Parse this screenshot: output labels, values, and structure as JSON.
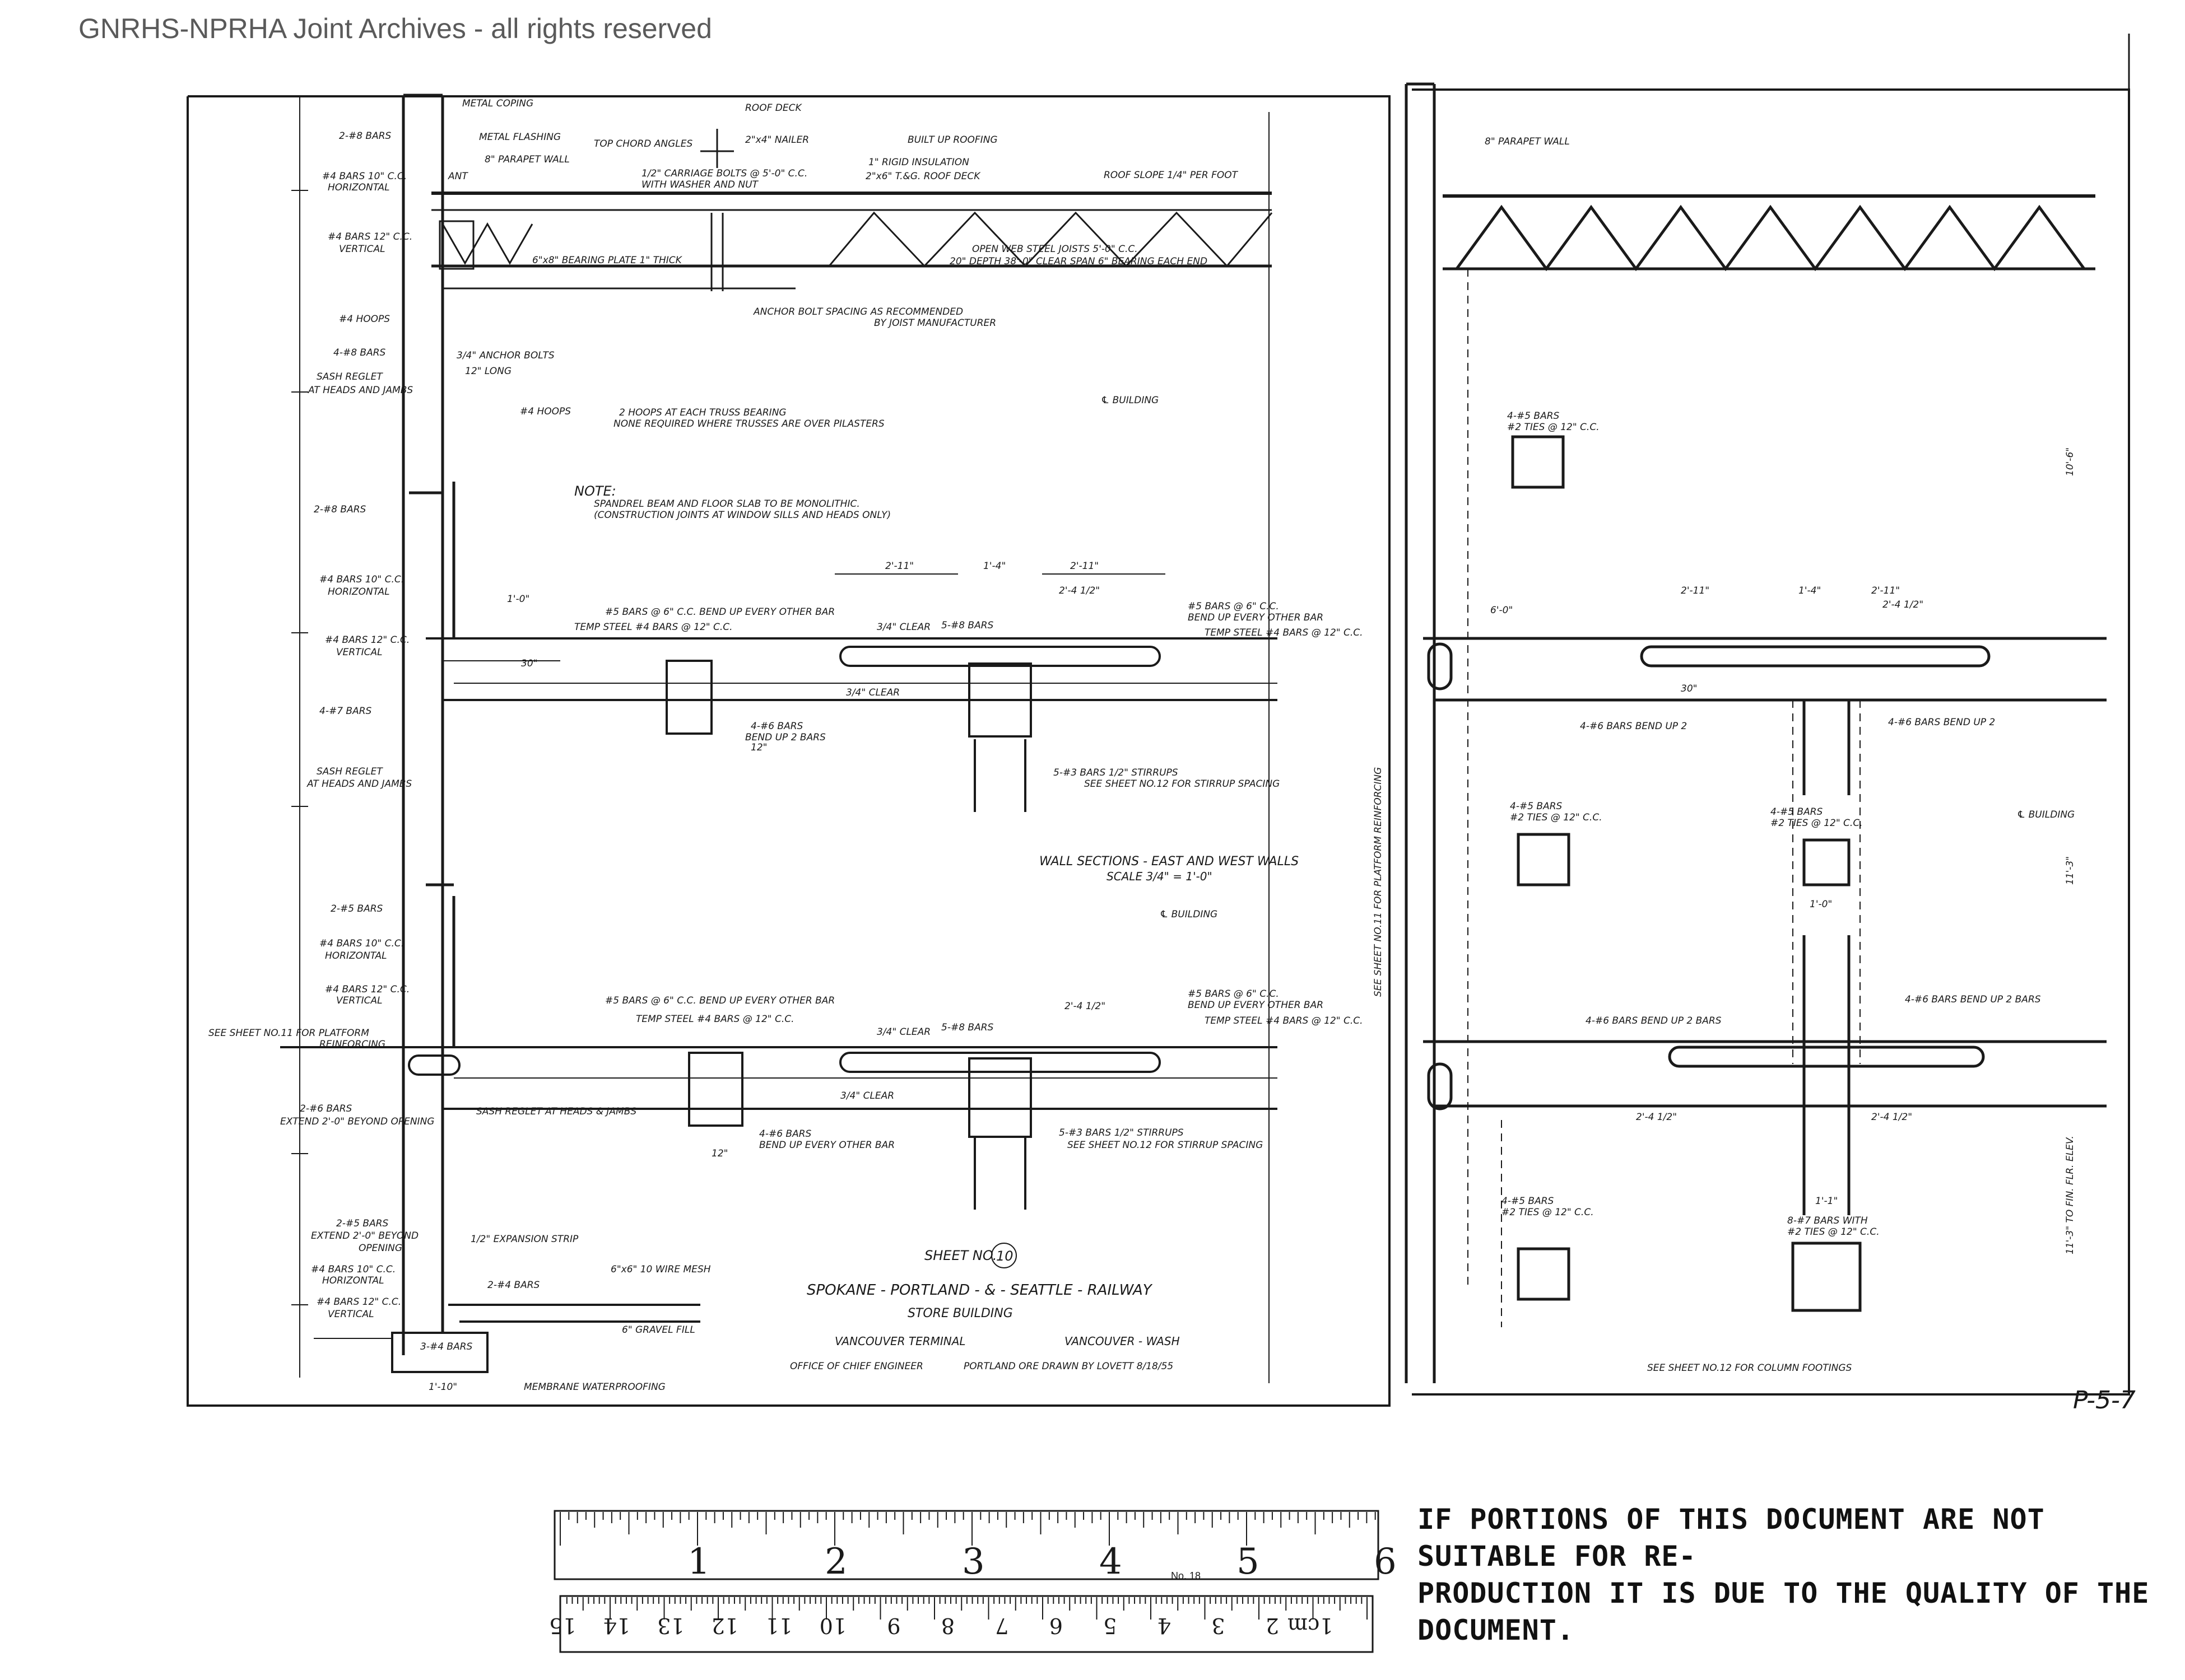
{
  "watermark": "GNRHS-NPRHA Joint Archives - all rights reserved",
  "title_block": {
    "sheet_label": "SHEET NO.",
    "sheet_number": "10",
    "railway": "SPOKANE - PORTLAND - & - SEATTLE - RAILWAY",
    "building": "STORE BUILDING",
    "terminal": "VANCOUVER TERMINAL",
    "city": "VANCOUVER - WASH",
    "office": "OFFICE OF CHIEF ENGINEER",
    "location_drawn": "PORTLAND ORE   DRAWN BY LOVETT 8/18/55"
  },
  "section_title": {
    "title": "WALL SECTIONS - EAST AND WEST WALLS",
    "scale": "SCALE 3/4\" = 1'-0\""
  },
  "roof_labels": {
    "metal_coping": "METAL COPING",
    "metal_flashing": "METAL FLASHING",
    "parapet_wall": "8\" PARAPET WALL",
    "ant": "ANT",
    "roof_deck": "ROOF DECK",
    "top_chord_angles": "TOP CHORD ANGLES",
    "nailer": "2\"x4\" NAILER",
    "built_up_roofing": "BUILT UP ROOFING",
    "rigid_insulation": "1\" RIGID INSULATION",
    "carriage_bolts": "1/2\" CARRIAGE BOLTS @ 5'-0\" C.C.",
    "washer_nut": "WITH WASHER AND NUT",
    "roof_deck_tg": "2\"x6\" T.&G. ROOF DECK",
    "roof_slope": "ROOF SLOPE 1/4\" PER FOOT",
    "bearing_plate": "6\"x8\" BEARING PLATE 1\" THICK",
    "open_web": "OPEN WEB STEEL JOISTS 5'-0\" C.C.",
    "joist_depth": "20\" DEPTH   38'-0\" CLEAR SPAN  6\" BEARING EACH END",
    "anchor_bolt": "ANCHOR BOLT SPACING AS RECOMMENDED",
    "joist_mfr": "BY JOIST MANUFACTURER",
    "anchor_bolts": "3/4\" ANCHOR BOLTS",
    "anchor_long": "12\" LONG",
    "building_cl": "℄ BUILDING",
    "hoops_each": "2 HOOPS AT EACH TRUSS BEARING",
    "hoops_none": "NONE REQUIRED WHERE TRUSSES ARE OVER PILASTERS",
    "hoops": "#4 HOOPS"
  },
  "left_wall_labels": {
    "bars_top": "2-#8 BARS",
    "horiz_1": "#4 BARS 10\" C.C.",
    "horiz_1b": "HORIZONTAL",
    "vert_1": "#4 BARS 12\" C.C.",
    "vert_1b": "VERTICAL",
    "hoops": "#4 HOOPS",
    "bars_4_8": "4-#8 BARS",
    "sash_1": "SASH REGLET",
    "sash_1b": "AT HEADS AND JAMBS",
    "bars_2_8": "2-#8 BARS",
    "horiz_2": "#4 BARS 10\" C.C.",
    "horiz_2b": "HORIZONTAL",
    "vert_2": "#4 BARS 12\" C.C.",
    "vert_2b": "VERTICAL",
    "bars_4_7": "4-#7 BARS",
    "sash_2": "SASH REGLET",
    "sash_2b": "AT HEADS AND JAMBS",
    "bars_2_5": "2-#5 BARS",
    "horiz_3": "#4 BARS 10\" C.C.",
    "horiz_3b": "HORIZONTAL",
    "vert_3": "#4 BARS 12\" C.C.",
    "vert_3b": "VERTICAL",
    "platform": "SEE SHEET NO.11 FOR PLATFORM",
    "platform_b": "REINFORCING",
    "bars_2_6": "2-#6 BARS",
    "extend_1": "EXTEND 2'-0\" BEYOND OPENING",
    "sash_3": "SASH REGLET AT HEADS & JAMBS",
    "bars_2_5b": "2-#5 BARS",
    "extend_2": "EXTEND 2'-0\" BEYOND",
    "extend_2b": "OPENING",
    "expansion": "1/2\" EXPANSION STRIP",
    "horiz_4": "#4 BARS 10\" C.C.",
    "horiz_4b": "HORIZONTAL",
    "vert_4": "#4 BARS 12\" C.C.",
    "vert_4b": "VERTICAL",
    "bars_2_4": "2-#4 BARS",
    "wire_mesh": "6\"x6\" 10 WIRE MESH",
    "gravel": "6\" GRAVEL FILL",
    "bars_3_4": "3-#4 BARS",
    "waterproofing": "MEMBRANE WATERPROOFING",
    "footing_width": "1'-10\""
  },
  "note": {
    "heading": "NOTE:",
    "line1": "SPANDREL BEAM AND FLOOR SLAB TO BE MONOLITHIC.",
    "line2": "(CONSTRUCTION JOINTS AT WINDOW SILLS AND HEADS ONLY)"
  },
  "slab_labels": {
    "bars_5_top": "#5 BARS @ 6\" C.C. BEND UP EVERY OTHER BAR",
    "temp_steel_top": "TEMP STEEL #4 BARS @ 12\" C.C.",
    "clear_34": "3/4\" CLEAR",
    "bars_5_8": "5-#8 BARS",
    "clear_34b": "3/4\" CLEAR",
    "bars_4_6": "4-#6 BARS",
    "bend_up_2": "BEND UP 2 BARS",
    "right_bars": "#5 BARS @ 6\" C.C.",
    "right_bend": "BEND UP EVERY OTHER BAR",
    "right_temp": "TEMP STEEL #4 BARS @ 12\" C.C.",
    "stirrups": "5-#3 BARS 1/2\" STIRRUPS",
    "stirrup_ref": "SEE SHEET NO.12 FOR STIRRUP SPACING",
    "dim_211": "2'-11\"",
    "dim_14": "1'-4\"",
    "dim_2412": "2'-4 1/2\"",
    "dim_10": "1'-0\"",
    "dim_12": "12\"",
    "dim_30": "30\"",
    "building_cl2": "℄ BUILDING"
  },
  "lower_slab_labels": {
    "bars_5": "#5 BARS @ 6\" C.C. BEND UP EVERY OTHER BAR",
    "temp_steel": "TEMP STEEL #4 BARS @ 12\" C.C.",
    "clear": "3/4\" CLEAR",
    "bars_5_8": "5-#8 BARS",
    "clear_b": "3/4\" CLEAR",
    "bars_4_6": "4-#6 BARS",
    "bend_up": "BEND UP EVERY OTHER BAR",
    "right_bars": "#5 BARS @ 6\" C.C.",
    "right_bend": "BEND UP EVERY OTHER BAR",
    "right_temp": "TEMP STEEL #4 BARS @ 12\" C.C.",
    "stirrups": "5-#3 BARS 1/2\" STIRRUPS",
    "stirrup_ref": "SEE SHEET NO.12 FOR STIRRUP SPACING",
    "dim_2412": "2'-4 1/2\"",
    "dim_12": "12\""
  },
  "right_section_labels": {
    "parapet": "8\" PARAPET WALL",
    "ties_1": "4-#5 BARS",
    "ties_1b": "#2 TIES @ 12\" C.C.",
    "bend_up_2": "4-#6 BARS  BEND UP 2",
    "bend_up_2b": "4-#6 BARS  BEND UP 2",
    "ties_2": "4-#5 BARS",
    "ties_2b": "#2 TIES @ 12\" C.C.",
    "ties_3": "4-#5 BARS",
    "ties_3b": "#2 TIES @ 12\" C.C.",
    "building_cl": "℄ BUILDING",
    "bend_up_3": "4-#6 BARS  BEND UP 2 BARS",
    "bend_up_4": "4-#6 BARS  BEND UP 2 BARS",
    "ties_4": "4-#5 BARS",
    "ties_4b": "#2 TIES @ 12\" C.C.",
    "ties_5": "8-#7 BARS WITH",
    "ties_5b": "#2 TIES @ 12\" C.C.",
    "col_footing": "SEE SHEET NO.12 FOR COLUMN FOOTINGS",
    "platform_ref": "SEE SHEET NO.11 FOR PLATFORM REINFORCING",
    "dim_106": "10'-6\"",
    "dim_113": "11'-3\"",
    "dim_14": "1'-4\"",
    "dim_211": "2'-11\"",
    "dim_2412": "2'-4 1/2\"",
    "dim_60": "6'-0\"",
    "dim_11": "1'-1\"",
    "dim_10": "1'-0\"",
    "dim_11b": "11'-3\" TO FIN. FLR. ELEV.",
    "dim_30": "30\""
  },
  "page_ref": "P-5-7",
  "ruler_inches": {
    "labels": [
      "1",
      "2",
      "3",
      "4",
      "5",
      "6"
    ],
    "maker": "No. 18"
  },
  "ruler_cm": {
    "labels": [
      "1cm",
      "2",
      "3",
      "4",
      "5",
      "6",
      "7",
      "8",
      "9",
      "10",
      "11",
      "12",
      "13",
      "14",
      "15"
    ]
  },
  "disclaimer": {
    "line1": "IF PORTIONS OF THIS DOCUMENT ARE NOT SUITABLE FOR RE-",
    "line2": "PRODUCTION IT IS DUE TO THE QUALITY OF THE DOCUMENT."
  },
  "colors": {
    "ink": "#1a1a1a",
    "paper": "#ffffff",
    "watermark": "#5a5a5a"
  }
}
